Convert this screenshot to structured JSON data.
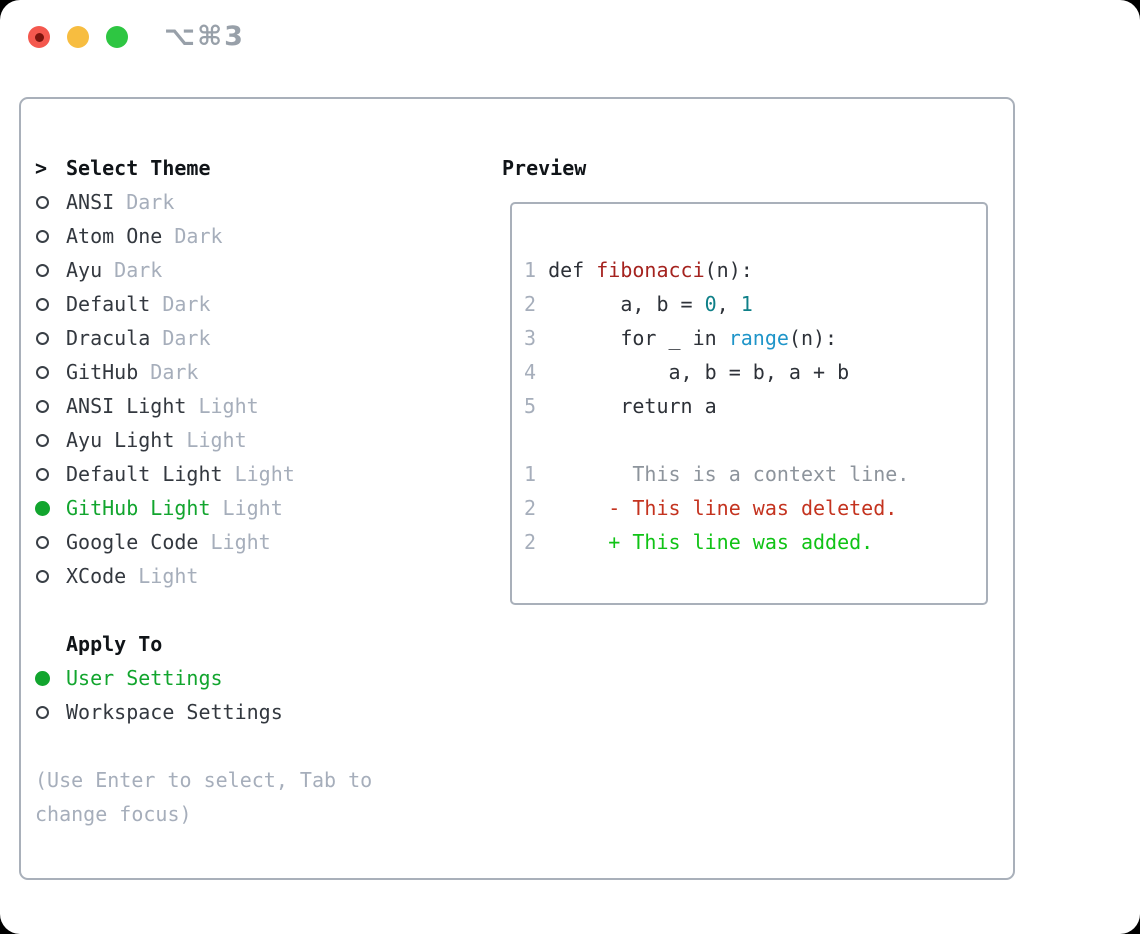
{
  "window": {
    "title": "⌥⌘3",
    "traffic_lights": {
      "close_color": "#f4584e",
      "close_dot_color": "#7c150e",
      "minimize_color": "#f7bd40",
      "zoom_color": "#2ec642"
    }
  },
  "colors": {
    "accent_green": "#12a52e",
    "muted_gray": "#a6aebb",
    "panel_border": "#a9b0ba",
    "text_primary": "#33383f",
    "heading": "#101418",
    "syntax_function_red": "#a5231f",
    "syntax_number_teal": "#0f8088",
    "syntax_builtin_blue": "#1f95c9",
    "diff_context_gray": "#8d949c",
    "diff_deleted_red": "#c4331f",
    "diff_added_green": "#10c316"
  },
  "theme_picker": {
    "header": {
      "cursor": ">",
      "label": "Select Theme"
    },
    "items": [
      {
        "name": "ANSI",
        "variant": "Dark",
        "selected": false
      },
      {
        "name": "Atom One",
        "variant": "Dark",
        "selected": false
      },
      {
        "name": "Ayu",
        "variant": "Dark",
        "selected": false
      },
      {
        "name": "Default",
        "variant": "Dark",
        "selected": false
      },
      {
        "name": "Dracula",
        "variant": "Dark",
        "selected": false
      },
      {
        "name": "GitHub",
        "variant": "Dark",
        "selected": false
      },
      {
        "name": "ANSI Light",
        "variant": "Light",
        "selected": false
      },
      {
        "name": "Ayu Light",
        "variant": "Light",
        "selected": false
      },
      {
        "name": "Default Light",
        "variant": "Light",
        "selected": false
      },
      {
        "name": "GitHub Light",
        "variant": "Light",
        "selected": true
      },
      {
        "name": "Google Code",
        "variant": "Light",
        "selected": false
      },
      {
        "name": "XCode",
        "variant": "Light",
        "selected": false
      }
    ],
    "apply_to": {
      "label": "Apply To",
      "options": [
        {
          "name": "User Settings",
          "selected": true
        },
        {
          "name": "Workspace Settings",
          "selected": false
        }
      ]
    },
    "help_lines": [
      "(Use Enter to select, Tab to",
      "change focus)"
    ]
  },
  "preview": {
    "label": "Preview",
    "lines": [
      {
        "tokens": [
          [
            "ln",
            "1"
          ],
          [
            "pl",
            " def "
          ],
          [
            "fn",
            "fibonacci"
          ],
          [
            "pl",
            "(n):"
          ]
        ]
      },
      {
        "tokens": [
          [
            "ln",
            "2"
          ],
          [
            "pl",
            "       a, b = "
          ],
          [
            "num",
            "0"
          ],
          [
            "pl",
            ", "
          ],
          [
            "num",
            "1"
          ]
        ]
      },
      {
        "tokens": [
          [
            "ln",
            "3"
          ],
          [
            "pl",
            "       for _ in "
          ],
          [
            "bi",
            "range"
          ],
          [
            "pl",
            "(n):"
          ]
        ]
      },
      {
        "tokens": [
          [
            "ln",
            "4"
          ],
          [
            "pl",
            "           a, b = b, a + b"
          ]
        ]
      },
      {
        "tokens": [
          [
            "ln",
            "5"
          ],
          [
            "pl",
            "       return a"
          ]
        ]
      },
      {
        "tokens": []
      },
      {
        "tokens": [
          [
            "ln",
            "1"
          ],
          [
            "ctx",
            "        This is a context line."
          ]
        ]
      },
      {
        "tokens": [
          [
            "ln",
            "2"
          ],
          [
            "del",
            "      - This line was deleted."
          ]
        ]
      },
      {
        "tokens": [
          [
            "ln",
            "2"
          ],
          [
            "add",
            "      + This line was added."
          ]
        ]
      }
    ]
  }
}
